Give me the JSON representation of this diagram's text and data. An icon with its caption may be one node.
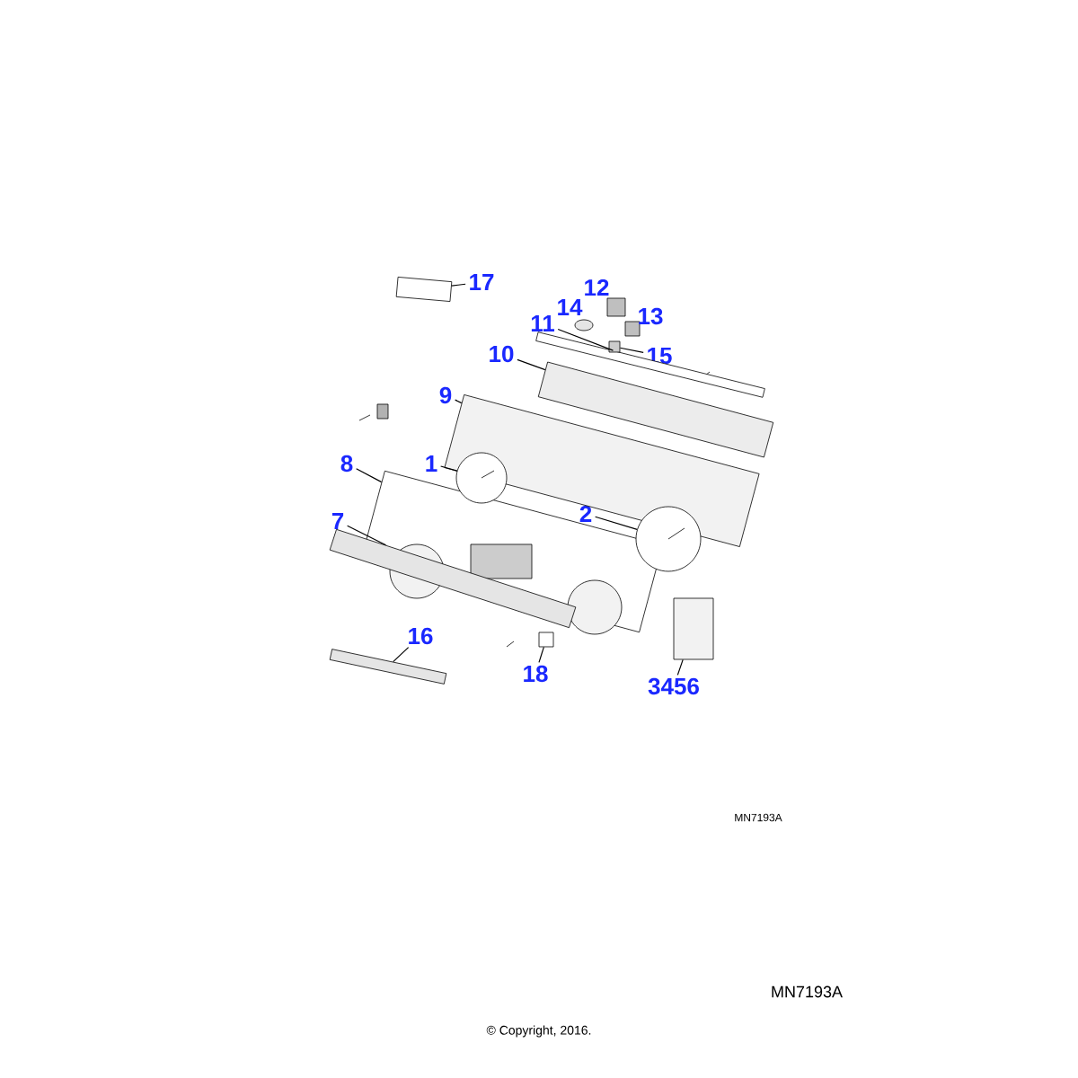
{
  "diagram": {
    "nodes": [
      {
        "text": [
          "17"
        ]
      },
      {
        "text": [
          "11"
        ]
      },
      {
        "text": [
          "15"
        ]
      },
      {
        "text": [
          "10"
        ]
      },
      {
        "text": [
          "9"
        ]
      },
      {
        "text": [
          "8"
        ]
      },
      {
        "text": [
          "1"
        ]
      },
      {
        "text": [
          "2"
        ]
      },
      {
        "text": [
          "7"
        ]
      },
      {
        "text": [
          "16"
        ]
      },
      {
        "text": [
          "18"
        ]
      },
      {
        "text": [
          "3456"
        ]
      },
      {
        "text": [],
        "shape": "box"
      },
      {
        "text": [],
        "shape": "picture"
      },
      {
        "text": [],
        "shape": "box"
      },
      {
        "text": [],
        "shape": "picture"
      },
      {
        "text": [],
        "shape": "picture"
      },
      {
        "text": [],
        "shape": "picture"
      },
      {
        "text": [],
        "shape": "circle"
      },
      {
        "text": [],
        "shape": "circle"
      },
      {
        "text": [],
        "shape": "picture"
      },
      {
        "text": [],
        "shape": "picture"
      },
      {
        "text": [],
        "shape": "box"
      },
      {
        "text": [],
        "shape": "box"
      }
    ],
    "edges": [
      {
        "from": 0,
        "to": 12,
        "arrow": "none"
      },
      {
        "from": 1,
        "to": 13,
        "arrow": "none"
      },
      {
        "from": 2,
        "to": 14,
        "arrow": "none"
      },
      {
        "from": 3,
        "to": 15,
        "arrow": "none"
      },
      {
        "from": 4,
        "to": 16,
        "arrow": "none"
      },
      {
        "from": 5,
        "to": 17,
        "arrow": "none"
      },
      {
        "from": 6,
        "to": 18,
        "arrow": "none"
      },
      {
        "from": 7,
        "to": 19,
        "arrow": "none"
      },
      {
        "from": 8,
        "to": 20,
        "arrow": "none"
      },
      {
        "from": 9,
        "to": 21,
        "arrow": "none"
      },
      {
        "from": 10,
        "to": 22,
        "arrow": "none"
      },
      {
        "from": 11,
        "to": 23,
        "arrow": "none"
      }
    ],
    "labels": [
      "12",
      "14",
      "13",
      "MN7193A",
      "MN7193A",
      "© Copyright, 2016."
    ]
  }
}
